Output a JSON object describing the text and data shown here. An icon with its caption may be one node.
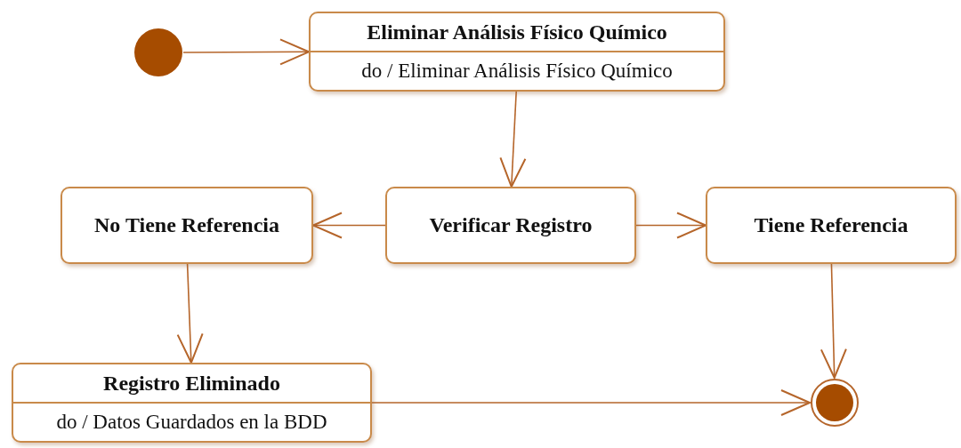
{
  "diagram": {
    "nodes": [
      {
        "text": [],
        "shape": "circle"
      },
      {
        "text": [
          "Eliminar Análisis Físico Químico",
          "do / Eliminar Análisis Físico Químico"
        ]
      },
      {
        "text": [
          "No Tiene Referencia"
        ]
      },
      {
        "text": [
          "Verificar Registro"
        ]
      },
      {
        "text": [
          "Tiene Referencia"
        ]
      },
      {
        "text": [
          "Registro Eliminado",
          "do / Datos Guardados en la BDD"
        ]
      },
      {
        "text": [],
        "shape": "bullseye"
      }
    ],
    "edges": [
      {
        "from": 0,
        "to": 1,
        "arrow": "to"
      },
      {
        "from": 1,
        "to": 3,
        "arrow": "to"
      },
      {
        "from": 3,
        "to": 2,
        "arrow": "to"
      },
      {
        "from": 3,
        "to": 4,
        "arrow": "to"
      },
      {
        "from": 2,
        "to": 5,
        "arrow": "to"
      },
      {
        "from": 4,
        "to": 6,
        "arrow": "to"
      },
      {
        "from": 5,
        "to": 6,
        "arrow": "to"
      }
    ]
  }
}
